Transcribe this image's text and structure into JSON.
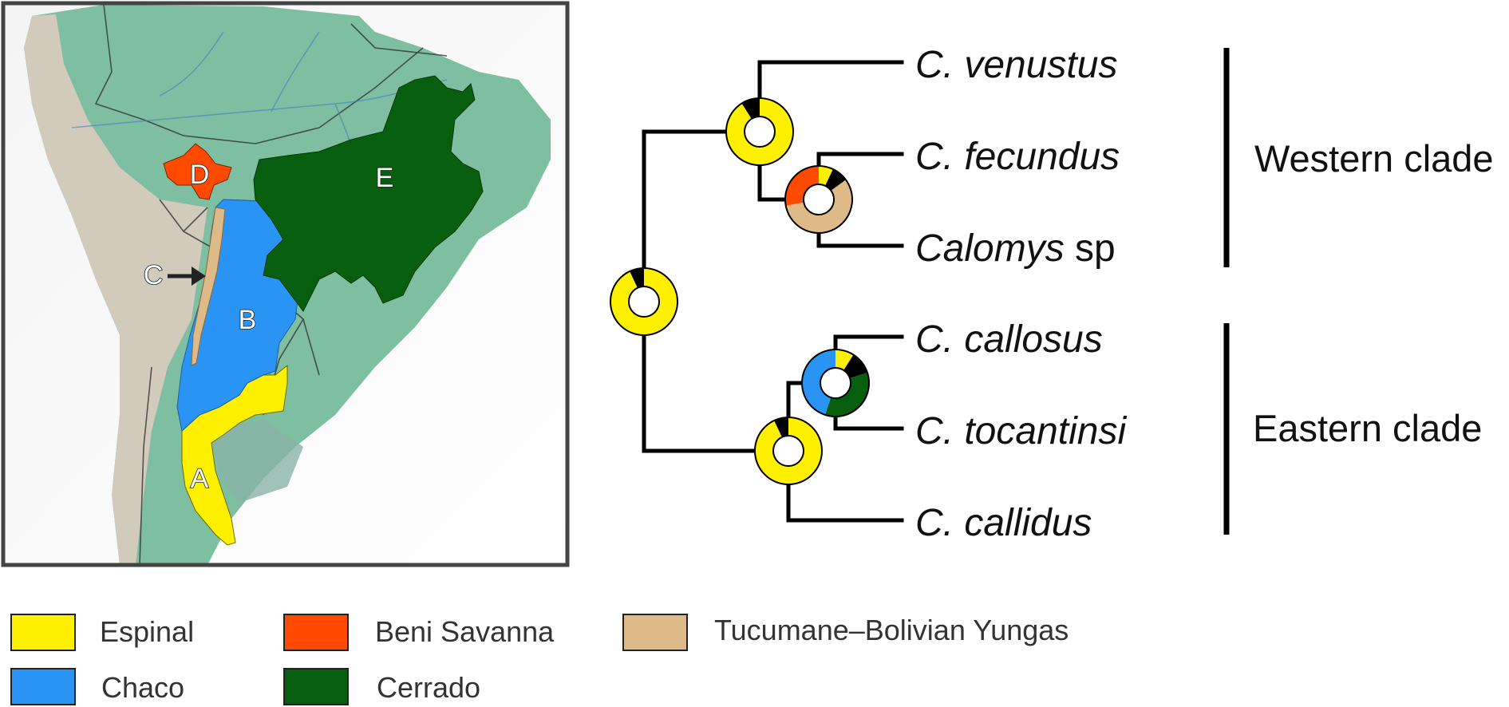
{
  "map": {
    "region_labels": [
      {
        "id": "A",
        "label": "A"
      },
      {
        "id": "B",
        "label": "B"
      },
      {
        "id": "C",
        "label": "C"
      },
      {
        "id": "D",
        "label": "D"
      },
      {
        "id": "E",
        "label": "E"
      }
    ]
  },
  "tree": {
    "taxa": [
      {
        "id": "venustus",
        "prefix": "C. venustus",
        "suffix": ""
      },
      {
        "id": "fecundus",
        "prefix": "C. fecundus",
        "suffix": ""
      },
      {
        "id": "calomys",
        "prefix": "Calomys",
        "suffix": " sp"
      },
      {
        "id": "callosus",
        "prefix": "C. callosus",
        "suffix": ""
      },
      {
        "id": "tocantinsi",
        "prefix": "C. tocantinsi",
        "suffix": ""
      },
      {
        "id": "callidus",
        "prefix": "C. callidus",
        "suffix": ""
      }
    ],
    "clades": [
      {
        "id": "western",
        "label": "Western clade"
      },
      {
        "id": "eastern",
        "label": "Eastern clade"
      }
    ],
    "node_states": [
      {
        "id": "root",
        "slices": [
          {
            "region": "espinal",
            "frac": 0.93
          },
          {
            "region": "unknown",
            "frac": 0.07
          }
        ]
      },
      {
        "id": "western-crown",
        "slices": [
          {
            "region": "espinal",
            "frac": 0.91
          },
          {
            "region": "unknown",
            "frac": 0.09
          }
        ]
      },
      {
        "id": "fecundus-calomys",
        "slices": [
          {
            "region": "espinal",
            "frac": 0.07
          },
          {
            "region": "unknown",
            "frac": 0.08
          },
          {
            "region": "yungas",
            "frac": 0.57
          },
          {
            "region": "beni",
            "frac": 0.28
          }
        ]
      },
      {
        "id": "eastern-crown",
        "slices": [
          {
            "region": "espinal",
            "frac": 0.93
          },
          {
            "region": "unknown",
            "frac": 0.07
          }
        ]
      },
      {
        "id": "callosus-tocantinsi",
        "slices": [
          {
            "region": "espinal",
            "frac": 0.09
          },
          {
            "region": "unknown",
            "frac": 0.11
          },
          {
            "region": "cerrado",
            "frac": 0.35
          },
          {
            "region": "chaco",
            "frac": 0.45
          }
        ]
      }
    ]
  },
  "legend": {
    "items": [
      {
        "id": "espinal",
        "label": "Espinal"
      },
      {
        "id": "beni",
        "label": "Beni Savanna"
      },
      {
        "id": "yungas",
        "label": "Tucumane–Bolivian Yungas"
      },
      {
        "id": "chaco",
        "label": "Chaco"
      },
      {
        "id": "cerrado",
        "label": "Cerrado"
      }
    ]
  },
  "colors": {
    "espinal": "#FFF000",
    "beni": "#FF4A00",
    "yungas": "#DEBA88",
    "chaco": "#2A94F4",
    "cerrado": "#075E0F",
    "unknown": "#000000",
    "map_lowland": "#7FBFA1",
    "map_andes": "#D7CBBE",
    "map_border": "#444444"
  }
}
